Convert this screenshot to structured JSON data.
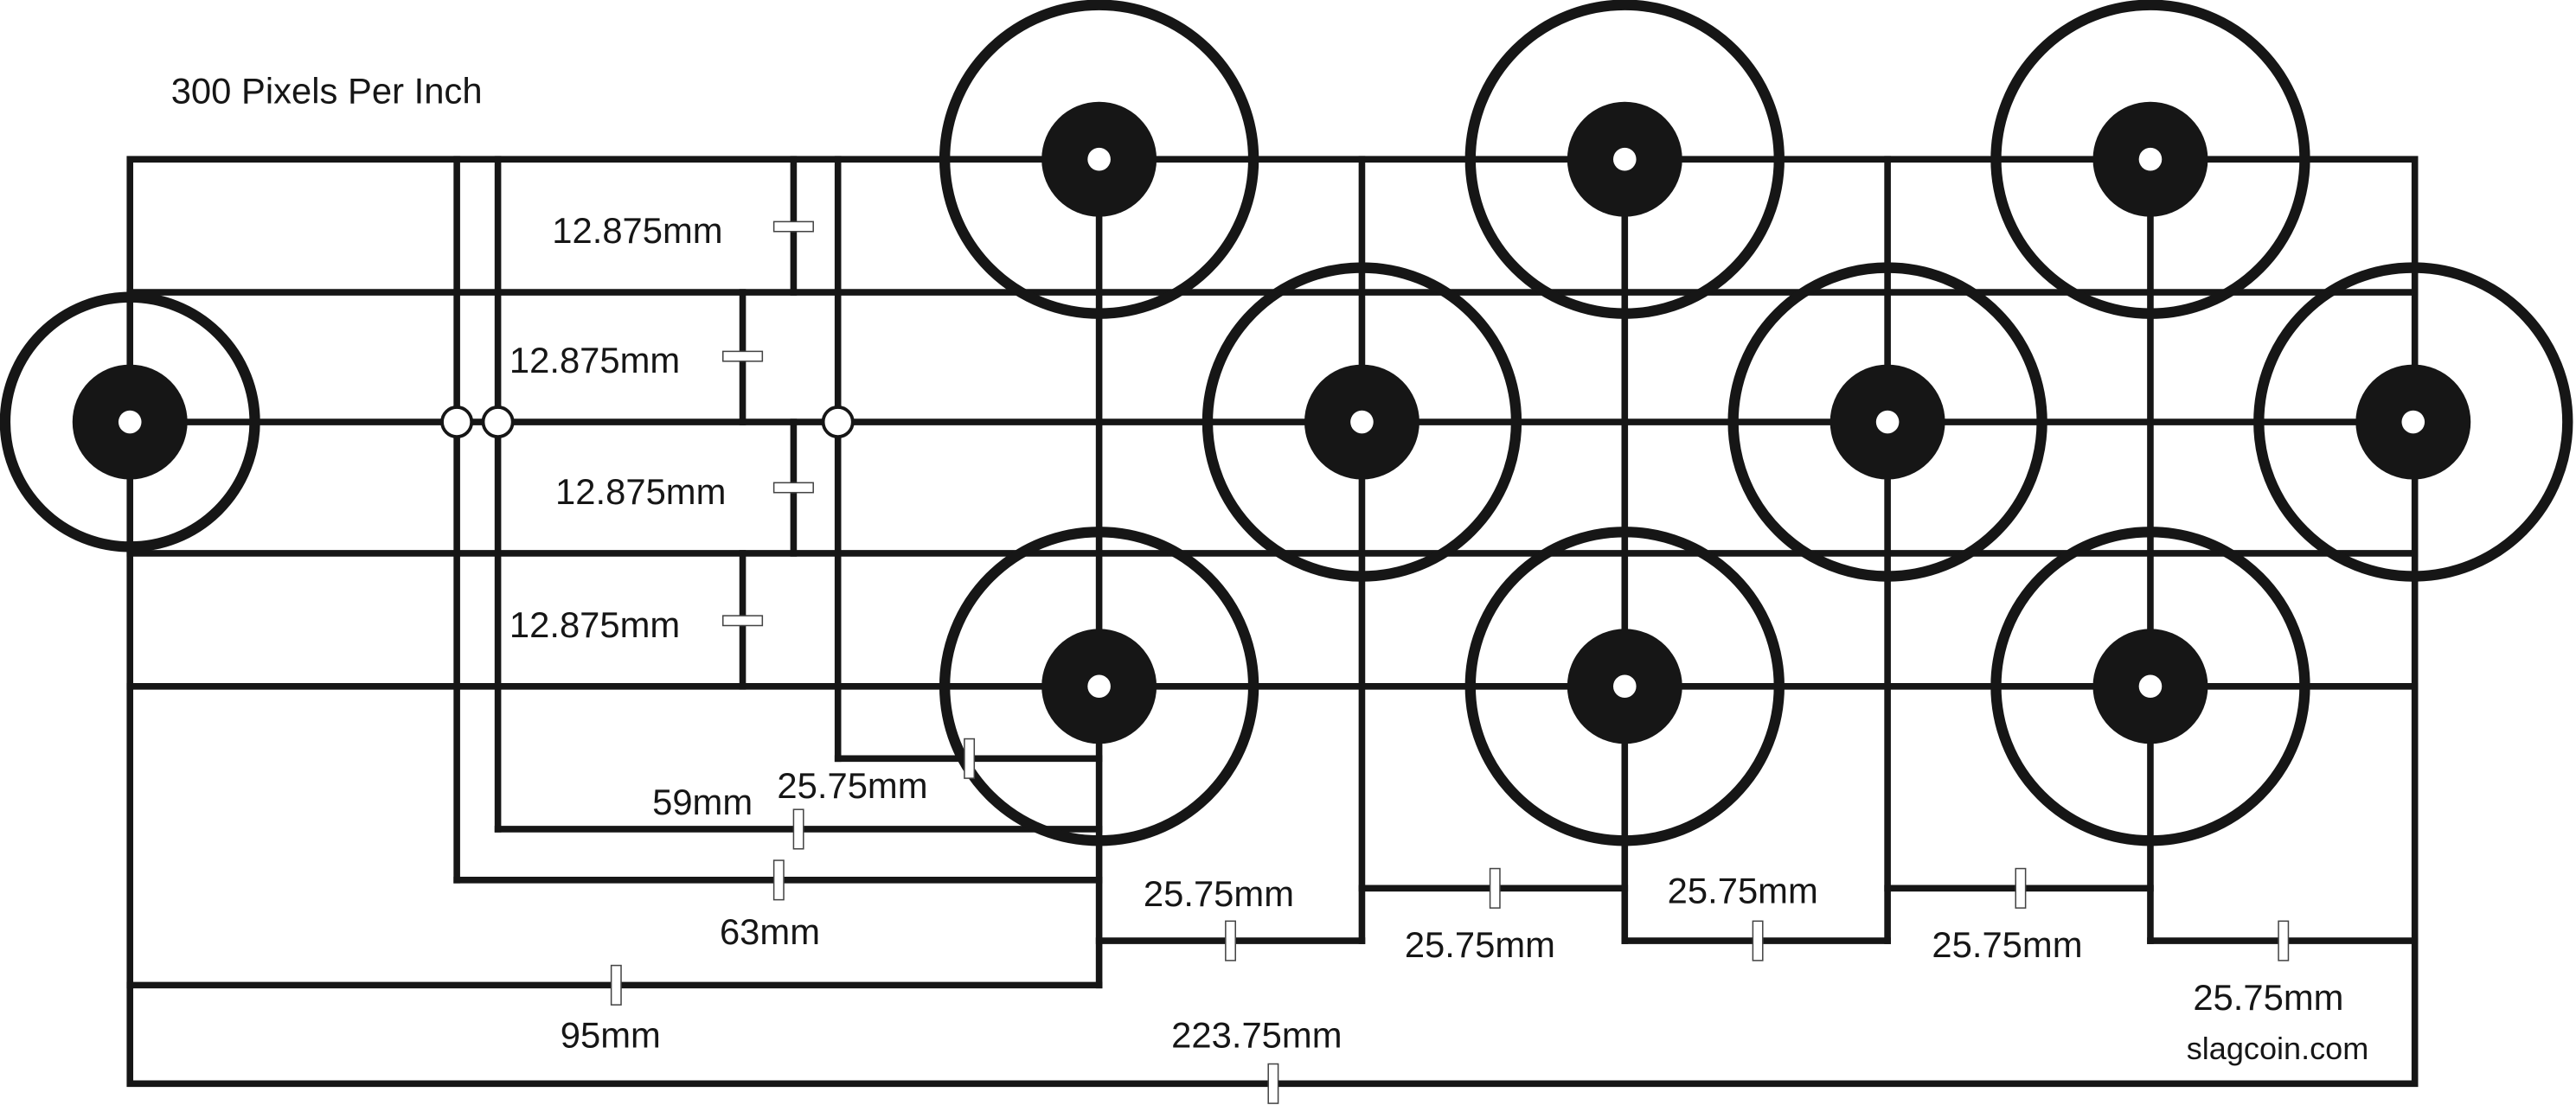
{
  "title": "300 Pixels Per Inch",
  "credit": "slagcoin.com",
  "labels": {
    "v1": "12.875mm",
    "v2": "12.875mm",
    "v3": "12.875mm",
    "v4": "12.875mm",
    "d59": "59mm",
    "d25a": "25.75mm",
    "d63": "63mm",
    "d95": "95mm",
    "d25b": "25.75mm",
    "d25c": "25.75mm",
    "d25d": "25.75mm",
    "d25e": "25.75mm",
    "d25f": "25.75mm",
    "total": "223.75mm"
  },
  "buttons": [
    {
      "name": "stick",
      "row": "middle",
      "col": 0
    },
    {
      "name": "top-1",
      "row": "top",
      "col": 1
    },
    {
      "name": "top-2",
      "row": "top",
      "col": 2
    },
    {
      "name": "top-3",
      "row": "top",
      "col": 3
    },
    {
      "name": "mid-1",
      "row": "middle",
      "col": 1
    },
    {
      "name": "mid-2",
      "row": "middle",
      "col": 2
    },
    {
      "name": "mid-3",
      "row": "middle",
      "col": 3
    },
    {
      "name": "bot-1",
      "row": "bottom",
      "col": 1
    },
    {
      "name": "bot-2",
      "row": "bottom",
      "col": 2
    },
    {
      "name": "bot-3",
      "row": "bottom",
      "col": 3
    }
  ]
}
